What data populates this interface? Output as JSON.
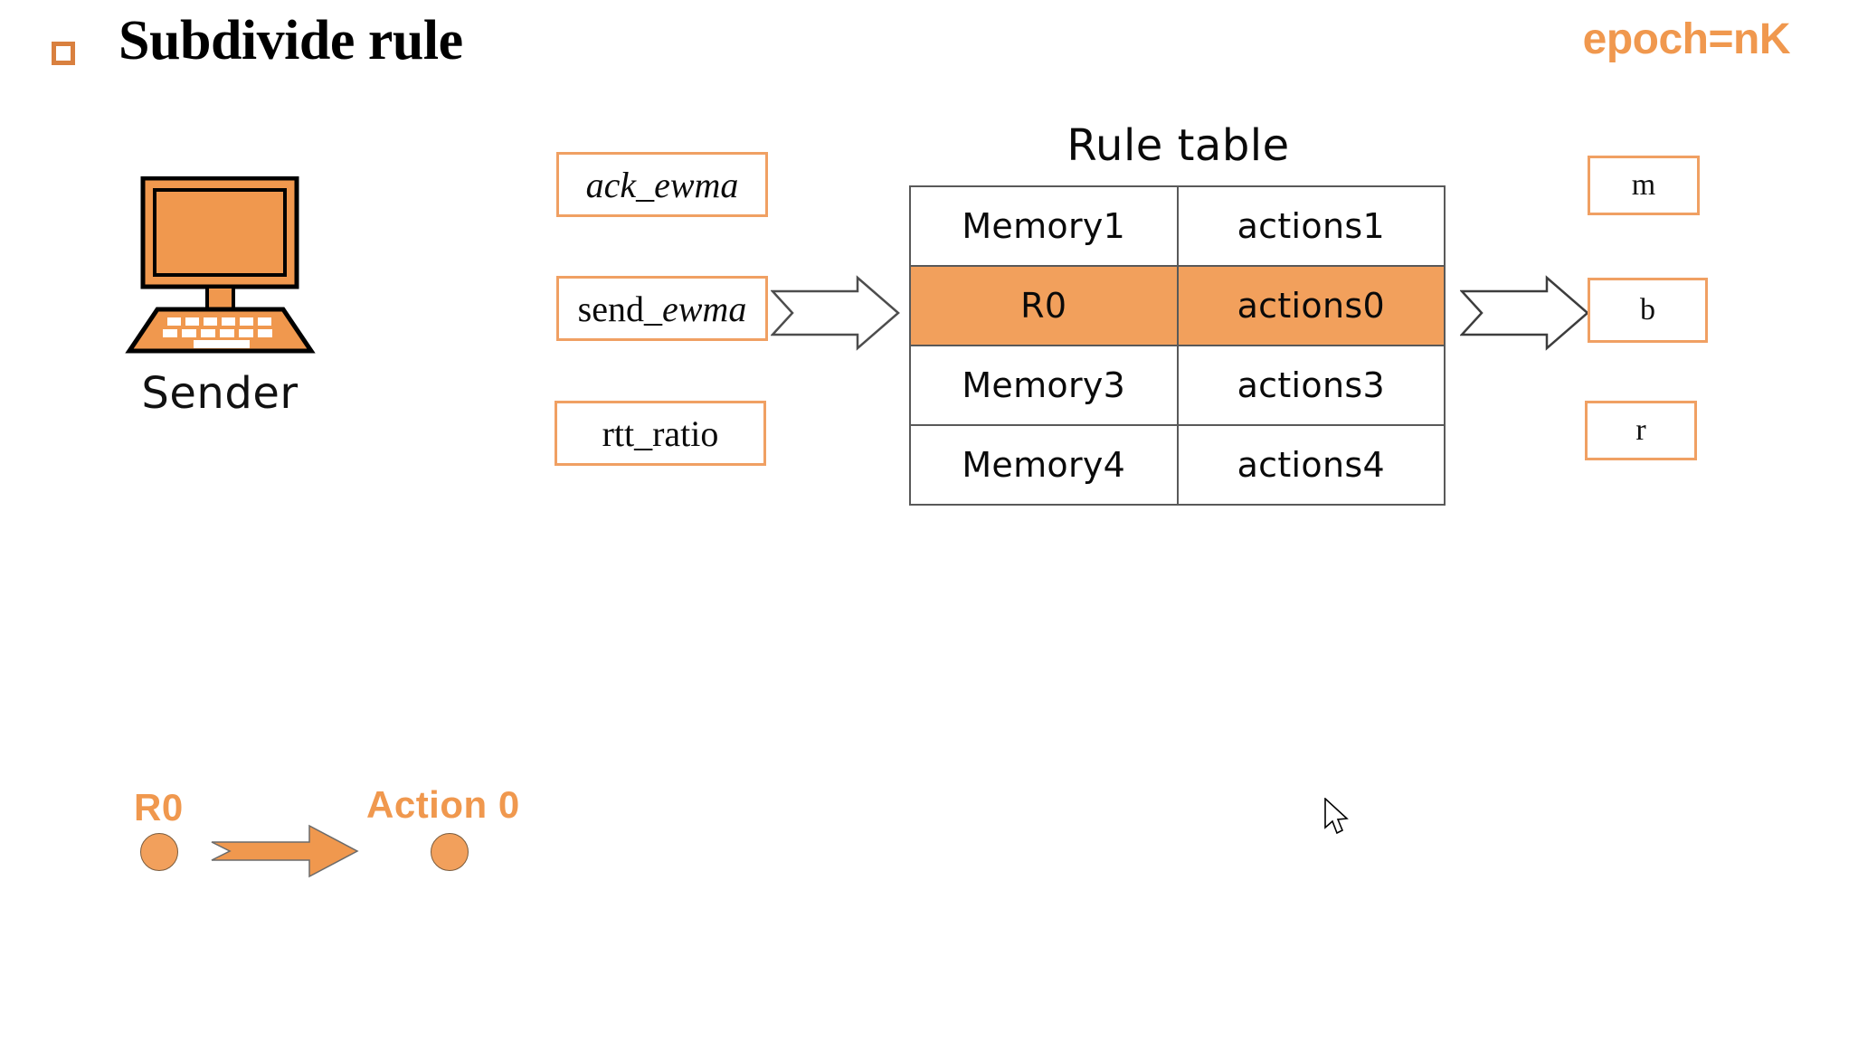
{
  "slide": {
    "title": "Subdivide rule",
    "bullet": "square-bullet",
    "epoch_label": "epoch=nK"
  },
  "sender": {
    "icon": "desktop-computer-icon",
    "label": "Sender"
  },
  "inputs": {
    "boxes": [
      {
        "id": "ack-ewma",
        "prefix": "",
        "italic": "ack_ewma"
      },
      {
        "id": "send-ewma",
        "prefix": "send_",
        "italic": "ewma"
      },
      {
        "id": "rtt-ratio",
        "prefix": "rtt_ratio",
        "italic": ""
      }
    ]
  },
  "rule_table": {
    "title": "Rule table",
    "rows": [
      {
        "memory": "Memory1",
        "actions": "actions1",
        "highlighted": false
      },
      {
        "memory": "R0",
        "actions": "actions0",
        "highlighted": true
      },
      {
        "memory": "Memory3",
        "actions": "actions3",
        "highlighted": false
      },
      {
        "memory": "Memory4",
        "actions": "actions4",
        "highlighted": false
      }
    ]
  },
  "outputs": {
    "boxes": [
      {
        "id": "m",
        "label": "m"
      },
      {
        "id": "b",
        "label": "b"
      },
      {
        "id": "r",
        "label": "r"
      }
    ]
  },
  "mapping": {
    "source_label": "R0",
    "target_label": "Action 0",
    "arrow": "solid-right-arrow"
  },
  "colors": {
    "accent_orange": "#F0984E",
    "fill_orange": "#F2A05C",
    "box_border_orange": "#F0A063",
    "table_border_gray": "#595959",
    "text_black": "#0a0a0a",
    "background": "#FFFFFF"
  },
  "cursor": {
    "icon": "mouse-pointer-icon"
  }
}
